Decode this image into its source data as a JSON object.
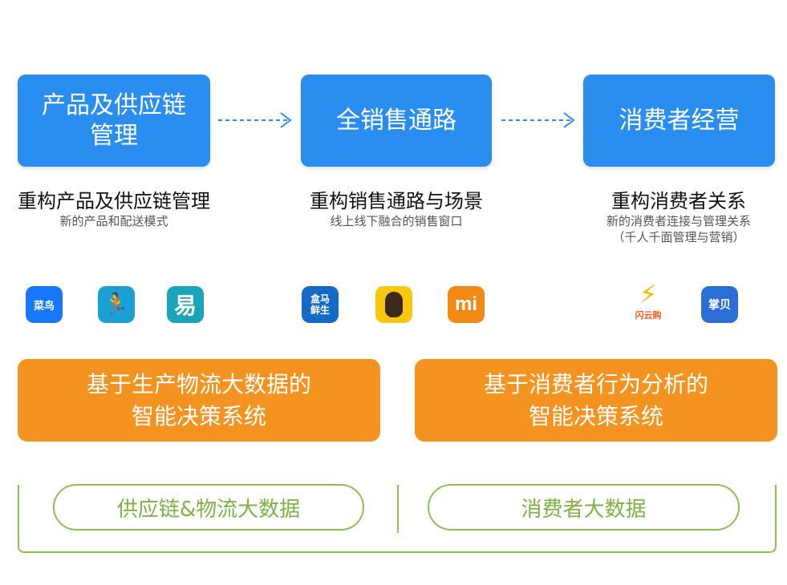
{
  "stages": [
    {
      "box": "产品及供应链\n管理",
      "title": "重构产品及供应链管理",
      "subtitle": "新的产品和配送模式"
    },
    {
      "box": "全销售通路",
      "title": "重构销售通路与场景",
      "subtitle": "线上线下融合的销售窗口"
    },
    {
      "box": "消费者经营",
      "title": "重构消费者关系",
      "subtitle": "新的消费者连接与管理关系\n（千人千面管理与营销）"
    }
  ],
  "icons": [
    {
      "name": "cainiao-icon",
      "label": "菜鸟",
      "color": "#1677ff"
    },
    {
      "name": "ele-runner-icon",
      "label": "",
      "color": "#1aa0d4"
    },
    {
      "name": "yi-icon",
      "label": "",
      "color": "#1aa5b8"
    },
    {
      "name": "hema-icon",
      "label": "盒马\n鲜生",
      "color": "#1569c7"
    },
    {
      "name": "monkey-icon",
      "label": "",
      "color": "#f9c80e"
    },
    {
      "name": "xiaomi-icon",
      "label": "",
      "color": "#f08a14"
    },
    {
      "name": "shanyungou-icon",
      "label": "闪云购",
      "color": "#f25c22"
    },
    {
      "name": "zhangbei-icon",
      "label": "掌贝",
      "color": "#2b6fd6"
    }
  ],
  "decisions": [
    "基于生产物流大数据的\n智能决策系统",
    "基于消费者行为分析的\n智能决策系统"
  ],
  "data_sources": [
    "供应链&物流大数据",
    "消费者大数据"
  ],
  "colors": {
    "blue": "#2a8ef0",
    "orange": "#f4931f",
    "green": "#8cc152"
  }
}
